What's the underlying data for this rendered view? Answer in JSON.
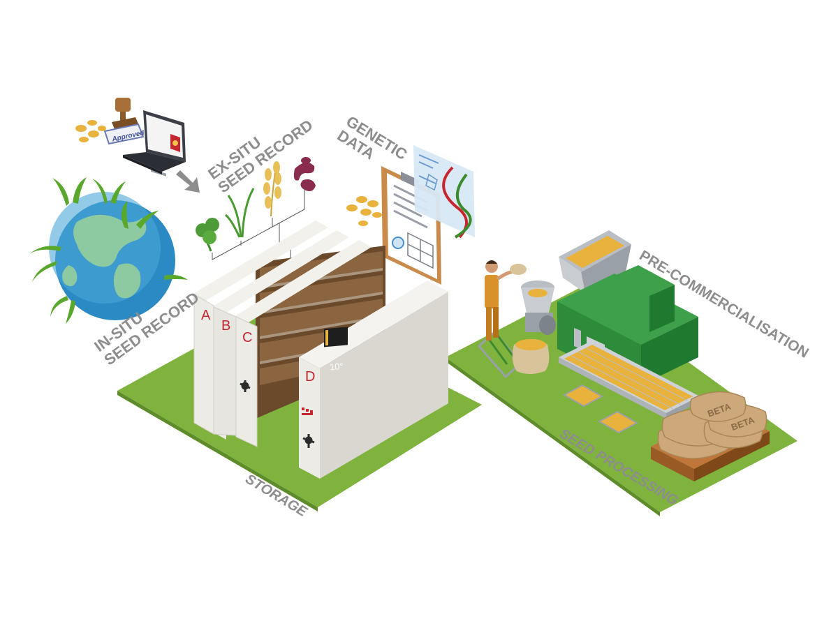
{
  "labels": {
    "in_situ": [
      "IN-SITU",
      "SEED RECORD"
    ],
    "ex_situ": [
      "EX-SITU",
      "SEED RECORD"
    ],
    "genetic": [
      "GENETIC",
      "DATA"
    ],
    "pre_commercialisation": "PRE-COMMERCIALISATION",
    "storage": "STORAGE",
    "seed_processing": "SEED PROCESSING"
  },
  "stamp_text": "Approved",
  "cabinets": [
    "A",
    "B",
    "C",
    "D"
  ],
  "thermostat": "10°",
  "sack_brand": "BETA",
  "colors": {
    "label_gray": "#8d8d8d",
    "floor_green": "#7fb33d",
    "machine_green": "#2e8b3a",
    "cabinet_white": "#ecebe6",
    "seed_gold": "#e9b23c",
    "letter_red": "#c6262e"
  }
}
